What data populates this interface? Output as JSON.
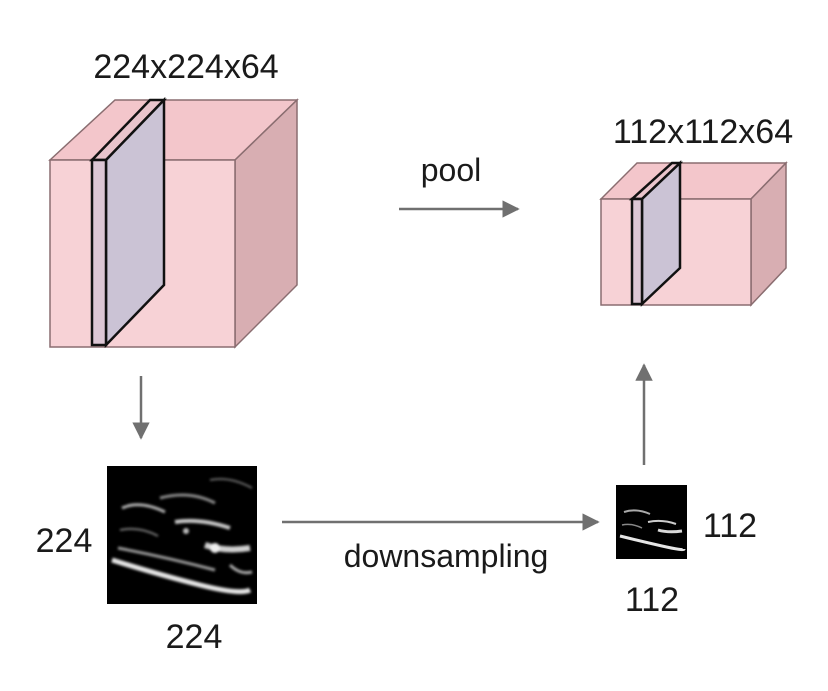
{
  "diagram": {
    "input_volume": {
      "label": "224x224x64"
    },
    "output_volume": {
      "label": "112x112x64"
    },
    "pool_label": "pool",
    "downsampling_label": "downsampling",
    "input_slice": {
      "height_label": "224",
      "width_label": "224"
    },
    "output_slice": {
      "height_label": "112",
      "width_label": "112"
    },
    "colors": {
      "cube_front": "#f7d2d6",
      "cube_top": "#f3c6cb",
      "cube_side": "#d8aeb2",
      "slice_fill": "#cbc3d5",
      "arrow": "#707070",
      "feature_map_bg": "#000000"
    }
  }
}
